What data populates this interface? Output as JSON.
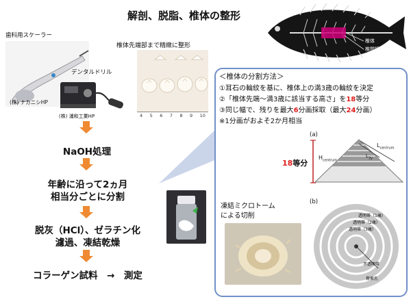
{
  "title": "解剖、脱脂、椎体の整形",
  "tools": {
    "scaler_label": "歯科用スケーラー",
    "scaler_credit": "(株) ナカニシHP",
    "drill_label": "デンタルドリル",
    "drill_credit": "(株) 浦和工業HP",
    "vertebra_label": "椎体先端部まで精緻に整形"
  },
  "fish_labels": {
    "vertebra": "椎体",
    "intervertebral": "椎間板"
  },
  "flow_steps": [
    "NaOH処理",
    "年齢に沿って2ヵ月",
    "相当分ごとに分割",
    "脱灰（HCl）、ゼラチン化",
    "濾過、凍結乾燥",
    "コラーゲン試料　→　測定"
  ],
  "panel": {
    "heading": "＜椎体の分割方法＞",
    "line1": "①耳石の輪紋を基に、椎体上の満3歳の輪紋を決定",
    "line2_pre": "②「椎体先端～満3歳に該当する高さ」を",
    "line2_num": "18",
    "line2_post": "等分",
    "line3_pre": "③同じ幅で、残りを最大",
    "line3_num1": "6",
    "line3_mid": "分画採取（最大",
    "line3_num2": "24",
    "line3_post": "分画）",
    "line4": "※1分画がおよそ2か月相当",
    "microtome": "凍結ミクロトーム",
    "microtome2": "による切削",
    "fig_a": "(a)",
    "fig_b": "(b)",
    "split_num": "18",
    "split_label": "等分",
    "h_label": "H",
    "h_sub": "centrum",
    "l_label": "L",
    "l_sub": "centrum",
    "l3_label": "L",
    "l3_sub": "3y",
    "band1": "透明帯（1歳）",
    "band2": "透明帯（2歳）",
    "band3": "透明帯（3歳）",
    "opaque": "不透明帯",
    "foramen": "脊索孔"
  },
  "ruler_ticks": [
    "4",
    "5",
    "6",
    "7",
    "8",
    "9",
    "10"
  ],
  "colors": {
    "arrow": "#ef8a32",
    "panel_border": "#6f8fc8",
    "highlight": "#e02020"
  }
}
